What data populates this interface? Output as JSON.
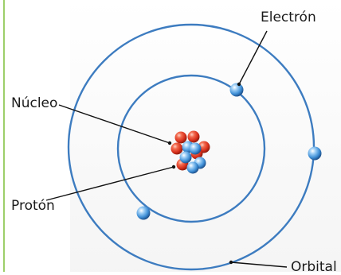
{
  "labels": {
    "electron": "Electrón",
    "nucleus": "Núcleo",
    "proton": "Protón",
    "orbital": "Orbital"
  },
  "colors": {
    "orbit": "#3d7cc0",
    "electron": "#3f8fd6",
    "proton": "#e0321e",
    "neutron": "#3f8fd6",
    "leader_line": "#111111",
    "left_rule": "#9dcf6a"
  }
}
